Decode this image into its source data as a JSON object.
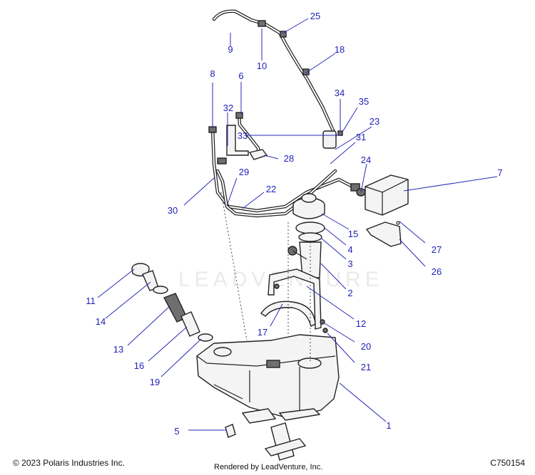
{
  "diagram": {
    "callouts": [
      "1",
      "2",
      "3",
      "4",
      "5",
      "6",
      "7",
      "8",
      "9",
      "10",
      "11",
      "12",
      "13",
      "14",
      "15",
      "16",
      "17",
      "18",
      "19",
      "20",
      "21",
      "22",
      "23",
      "24",
      "25",
      "26",
      "27",
      "28",
      "29",
      "30",
      "31",
      "32",
      "33",
      "34",
      "35"
    ]
  },
  "watermark": {
    "text": "LEADVENTURE"
  },
  "footer": {
    "copyright": "© 2023 Polaris Industries Inc.",
    "rendered_by": "Rendered by LeadVenture, Inc.",
    "diagram_code": "C750154"
  }
}
